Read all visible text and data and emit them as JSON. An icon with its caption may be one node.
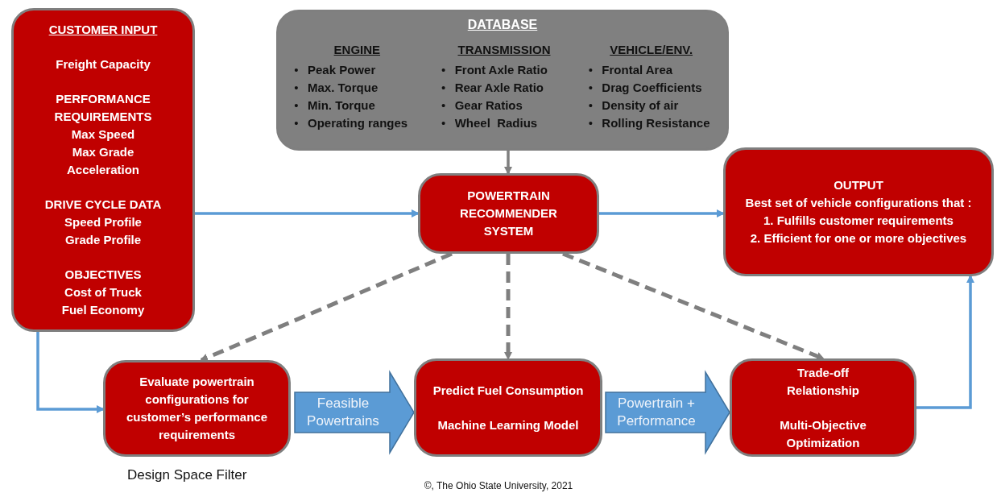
{
  "diagram": {
    "nodes": [
      {
        "text": [
          "CUSTOMER INPUT",
          "Freight Capacity",
          "PERFORMANCE REQUIREMENTS",
          "Max Speed",
          "Max Grade",
          "Acceleration",
          "DRIVE CYCLE DATA",
          "Speed Profile",
          "Grade Profile",
          "OBJECTIVES",
          "Cost of Truck",
          "Fuel Economy"
        ]
      },
      {
        "text": [
          "DATABASE",
          "ENGINE",
          "•",
          "Peak Power",
          "•",
          "Max. Torque",
          "•",
          "Min. Torque",
          "•",
          "Operating ranges",
          "TRANSMISSION",
          "•",
          "Front Axle Ratio",
          "•",
          "Rear Axle Ratio",
          "•",
          "Gear Ratios",
          "•",
          "Wheel  Radius",
          "VEHICLE/ENV.",
          "•",
          "Frontal Area",
          "•",
          "Drag Coefficients",
          "•",
          "Density of air",
          "•",
          "Rolling Resistance"
        ]
      },
      {
        "text": [
          "POWERTRAIN RECOMMENDER SYSTEM"
        ]
      },
      {
        "text": [
          "OUTPUT",
          "Best set of vehicle configurations that :",
          "1. Fulfills customer requirements",
          "2. Efficient for one or more objectives"
        ]
      },
      {
        "text": [
          "Evaluate powertrain configurations for customer’s performance requirements"
        ],
        "beside": [
          "Design Space Filter"
        ]
      },
      {
        "text": [
          "Predict Fuel Consumption",
          "Machine Learning Model"
        ]
      },
      {
        "text": [
          "Trade-off Relationship",
          "Multi-Objective Optimization"
        ]
      }
    ],
    "edges": [
      {
        "from": 0,
        "to": 2,
        "arrow": "to"
      },
      {
        "from": 2,
        "to": 3,
        "arrow": "to"
      },
      {
        "from": 1,
        "to": 2,
        "arrow": "to",
        "color": "#7f7f7f"
      },
      {
        "from": 2,
        "to": 4,
        "arrow": "to",
        "style": "dashed",
        "color": "#7f7f7f"
      },
      {
        "from": 2,
        "to": 5,
        "arrow": "to",
        "style": "dashed",
        "color": "#7f7f7f"
      },
      {
        "from": 2,
        "to": 6,
        "arrow": "to",
        "style": "dashed",
        "color": "#7f7f7f"
      },
      {
        "from": 0,
        "to": 4,
        "arrow": "to"
      },
      {
        "from": 4,
        "to": 5,
        "arrow": "to",
        "style": "thick",
        "label": "Feasible Powertrains"
      },
      {
        "from": 5,
        "to": 6,
        "arrow": "to",
        "style": "thick",
        "label": "Powertrain + Performance"
      },
      {
        "from": 6,
        "to": 3,
        "arrow": "to"
      }
    ],
    "labels": [
      "©, The Ohio State University, 2021"
    ]
  }
}
